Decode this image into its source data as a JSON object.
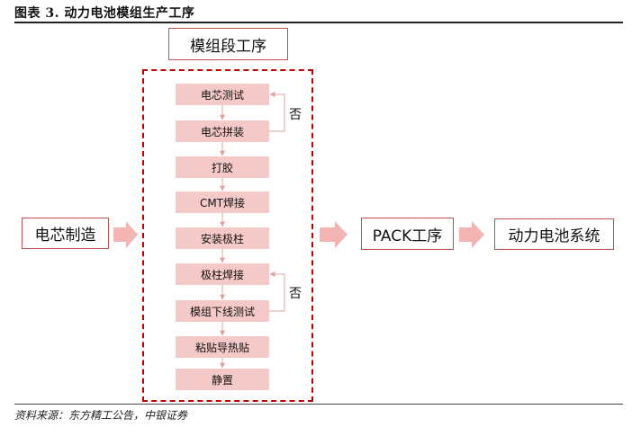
{
  "figure": {
    "title": "图表 3. 动力电池模组生产工序",
    "source": "资料来源：东方精工公告，中银证券"
  },
  "nodes": {
    "module_stage": "模组段工序",
    "cell_manufacturing": "电芯制造",
    "pack_process": "PACK工序",
    "power_battery_system": "动力电池系统"
  },
  "steps": [
    "电芯测试",
    "电芯拼装",
    "打胶",
    "CMT焊接",
    "安装极柱",
    "极柱焊接",
    "模组下线测试",
    "粘贴导热贴",
    "静置"
  ],
  "loops": {
    "no_label_1": "否",
    "no_label_2": "否"
  },
  "colors": {
    "step_fill": "#f5c9c7",
    "box_border": "#c0504d",
    "frame_dash": "#c00000",
    "flow_arrow": "#f2b5b3"
  }
}
